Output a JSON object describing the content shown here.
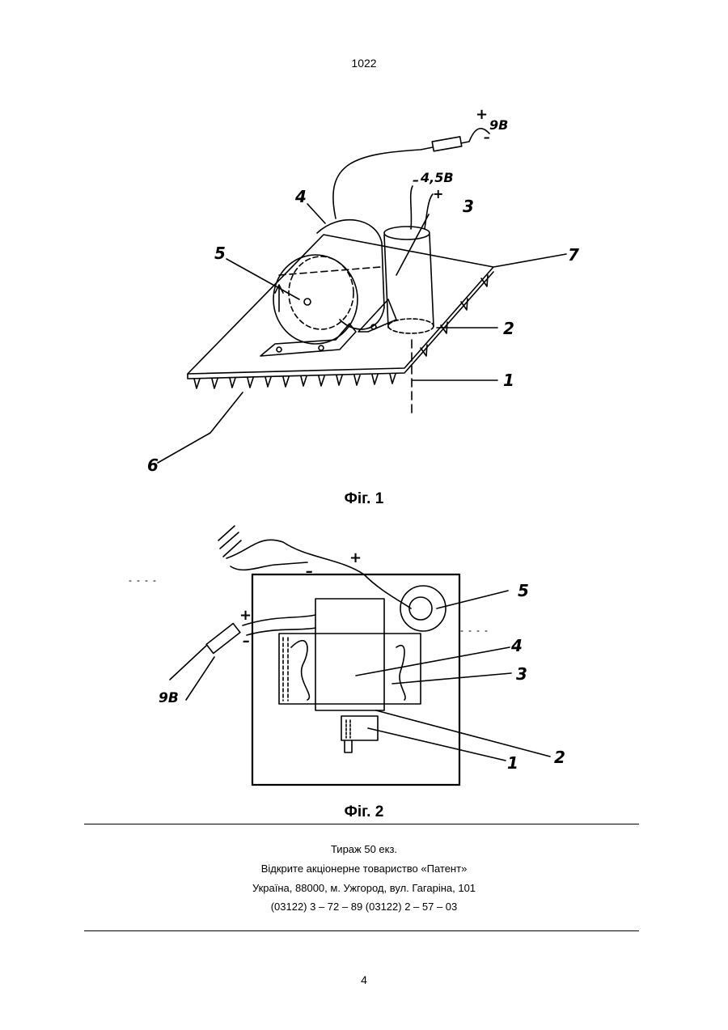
{
  "header": {
    "doc_number": "1022"
  },
  "figure1": {
    "caption": "Фіг. 1",
    "labels": {
      "l1": "1",
      "l2": "2",
      "l3": "3",
      "l4": "4",
      "l5": "5",
      "l6": "6",
      "l7": "7",
      "v9": "9В",
      "v45": "4,5В",
      "plus": "+",
      "minus": "–"
    }
  },
  "figure2": {
    "caption": "Фіг. 2",
    "labels": {
      "l1": "1",
      "l2": "2",
      "l3": "3",
      "l4": "4",
      "l5": "5",
      "v9": "9В",
      "plus": "+",
      "minus": "–"
    }
  },
  "imprint": {
    "circulation": "Тираж 50 екз.",
    "publisher": "Відкрите акціонерне товариство «Патент»",
    "address": "Україна, 88000, м. Ужгород, вул. Гагаріна, 101",
    "phones": "(03122) 3 – 72 – 89   (03122) 2 – 57 – 03"
  },
  "footer": {
    "page_number": "4"
  }
}
